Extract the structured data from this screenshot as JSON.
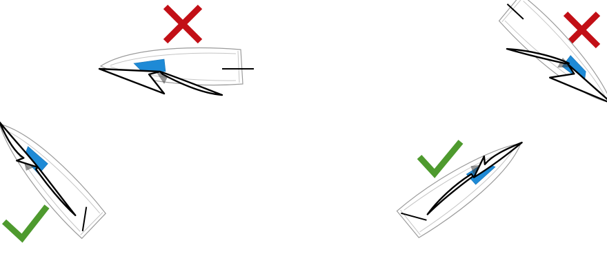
{
  "figure": {
    "panels": [
      {
        "id": "top-center",
        "verdict": "incorrect",
        "marker_icon": "x-mark-icon"
      },
      {
        "id": "top-right",
        "verdict": "incorrect",
        "marker_icon": "x-mark-icon"
      },
      {
        "id": "bottom-left",
        "verdict": "correct",
        "marker_icon": "check-mark-icon"
      },
      {
        "id": "bottom-right",
        "verdict": "correct",
        "marker_icon": "check-mark-icon"
      }
    ],
    "colors": {
      "incorrect": "#c20f16",
      "correct": "#4e9a2e",
      "cockpit": "#1e8ad6"
    }
  }
}
